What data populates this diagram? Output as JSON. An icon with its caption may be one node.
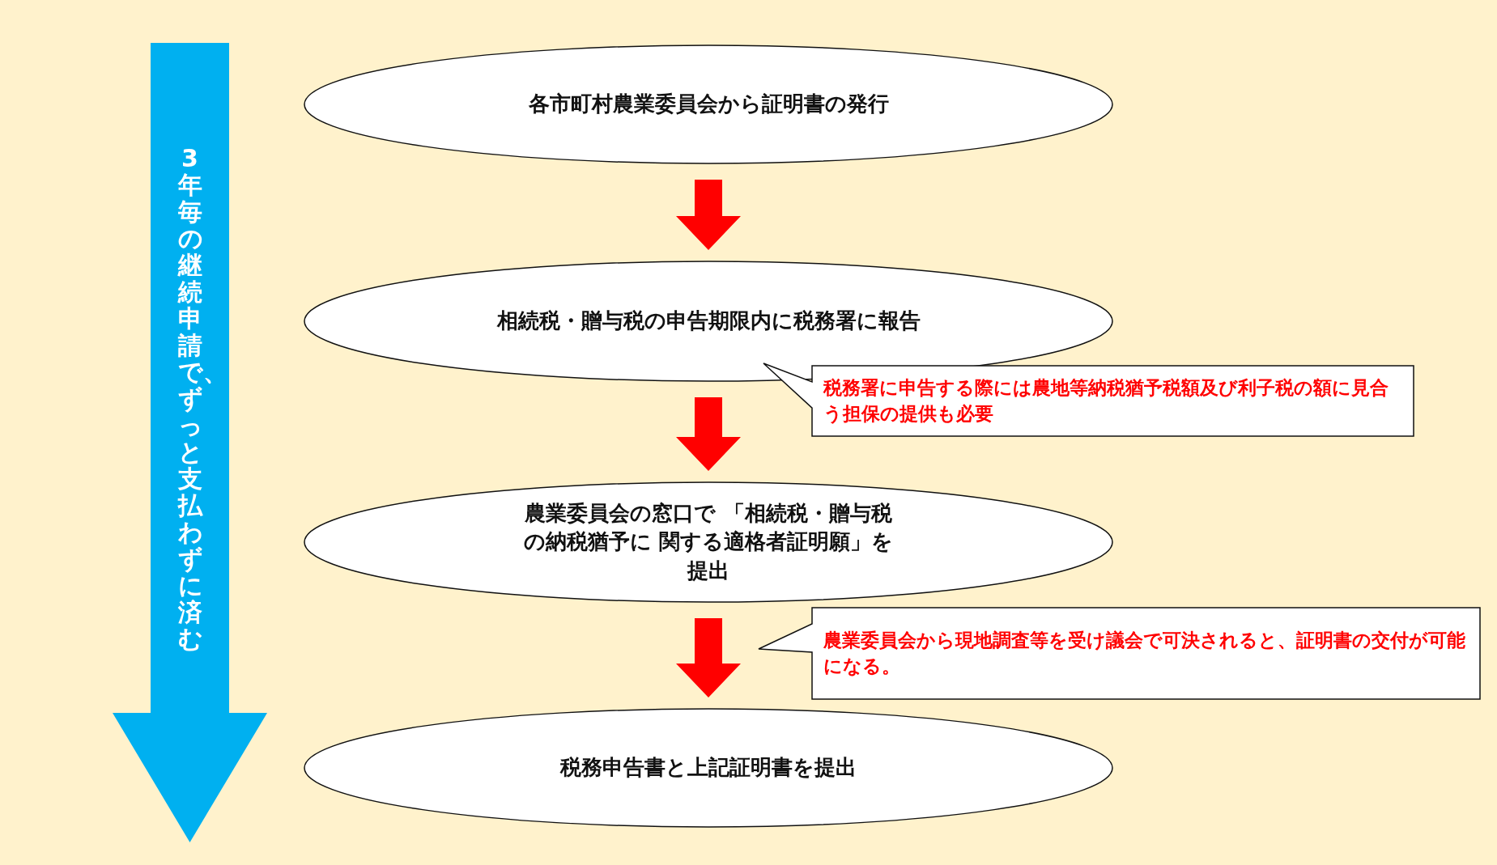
{
  "diagram": {
    "nodes": [
      {
        "text": [
          "各市町村農業委員会から証明書の発行"
        ]
      },
      {
        "text": [
          "相続税・贈与税の申告期限内に税務署に報告"
        ]
      },
      {
        "text": [
          "農業委員会の窓口で 「相続税・贈与税の納税猶予に 関する適格者証明願」を提出"
        ]
      },
      {
        "text": [
          "税務申告書と上記証明書を提出"
        ]
      },
      {
        "text": [
          "税務署に申告する際には農地等納税猶予税額及び利子税の額に見合う担保の提供も必要"
        ]
      },
      {
        "text": [
          "農業委員会から現地調査等を受け議会で可決されると、証明書の交付が可能になる。"
        ]
      },
      {
        "text": [
          "3年毎の継続申請で、ずっと支払わずに済む"
        ]
      }
    ],
    "edges": [
      {
        "from": 0,
        "to": 1,
        "arrow": "to",
        "style": "thick"
      },
      {
        "from": 1,
        "to": 2,
        "arrow": "to",
        "style": "thick"
      },
      {
        "from": 2,
        "to": 3,
        "arrow": "to",
        "style": "thick"
      }
    ]
  }
}
